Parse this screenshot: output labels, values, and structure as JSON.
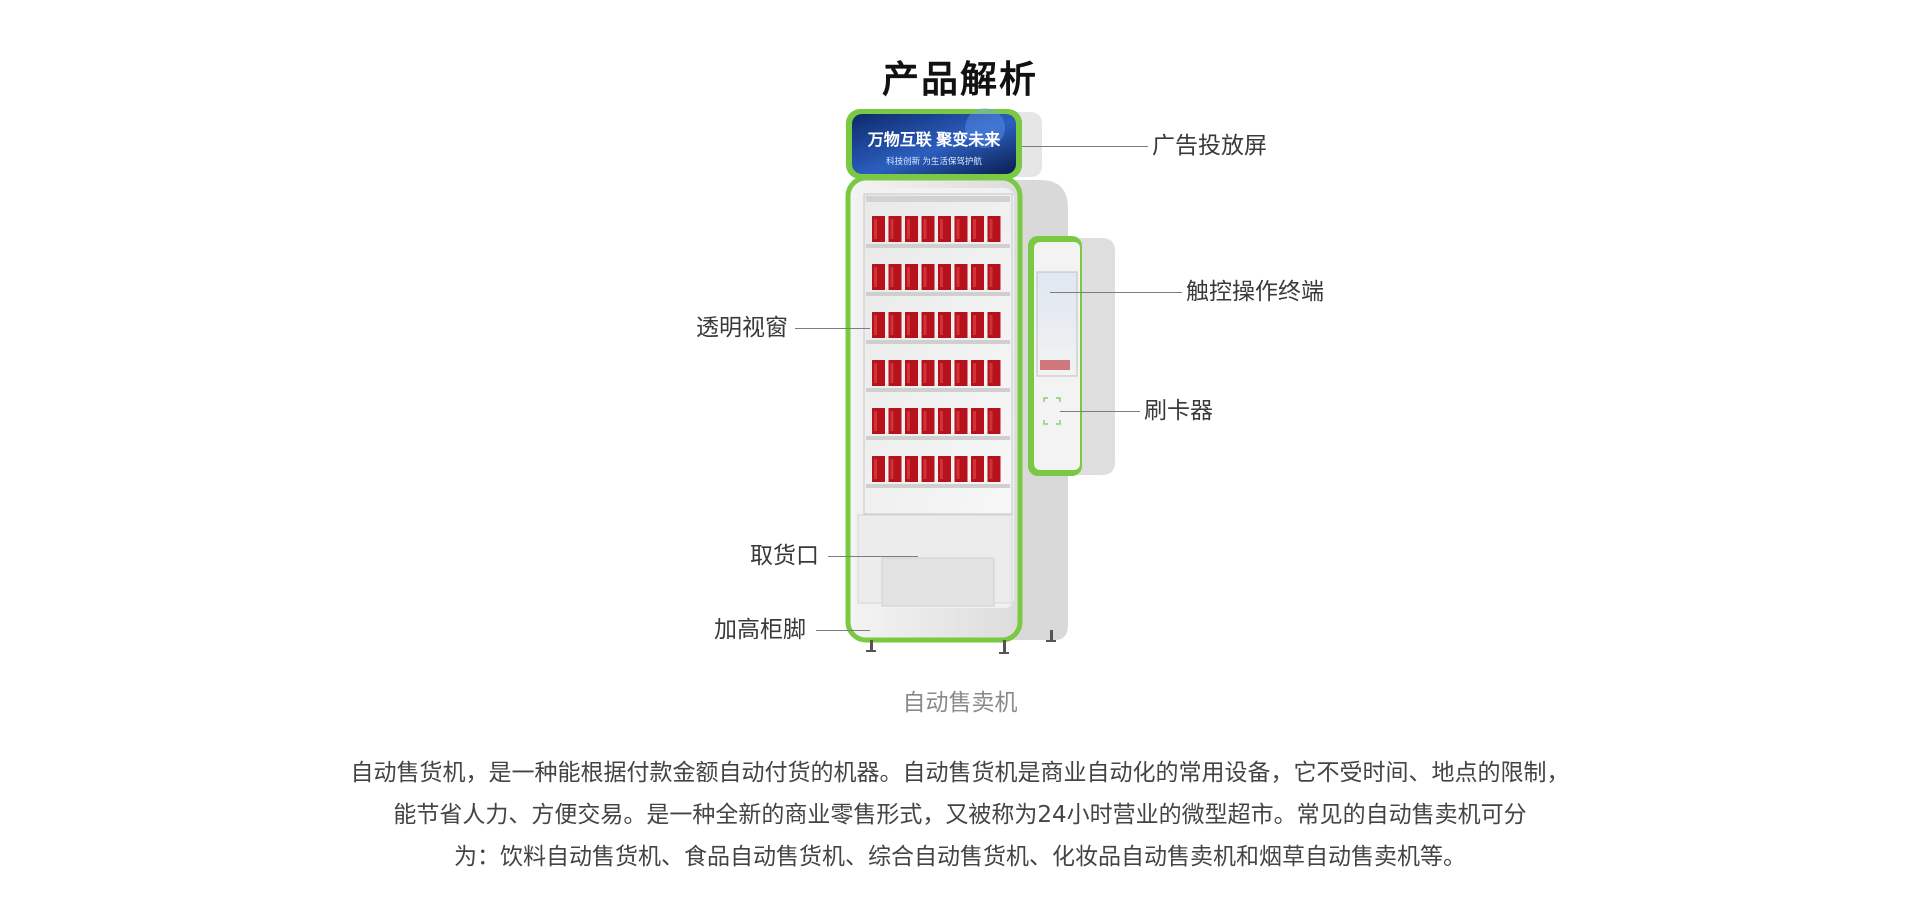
{
  "page": {
    "title": "产品解析"
  },
  "product": {
    "banner_headline": "万物互联 聚变未来",
    "banner_subline": "科技创新 为生活保驾护航",
    "caption": "自动售卖机"
  },
  "callouts": {
    "ad_screen": "广告投放屏",
    "touch_terminal": "触控操作终端",
    "card_reader": "刷卡器",
    "transparent_window": "透明视窗",
    "pickup_port": "取货口",
    "raised_feet": "加高柜脚"
  },
  "description": {
    "lines": [
      "自动售货机，是一种能根据付款金额自动付货的机器。自动售货机是商业自动化的常用设备，它不受时间、地点的限制，",
      "能节省人力、方便交易。是一种全新的商业零售形式，又被称为24小时营业的微型超市。常见的自动售卖机可分",
      "为：饮料自动售货机、食品自动售货机、综合自动售货机、化妆品自动售卖机和烟草自动售卖机等。"
    ]
  },
  "colors": {
    "accent_green": "#7ac943",
    "cabinet_gray": "#e8e8e8",
    "product_red": "#b5121b",
    "banner_blue": "#1b3f8f"
  },
  "icons": {
    "card_reader": "card-reader-icon"
  }
}
